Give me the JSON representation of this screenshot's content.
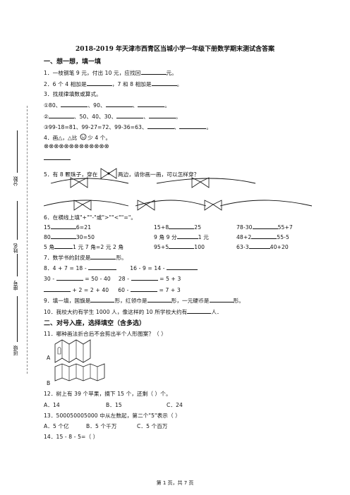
{
  "title": "2018-2019 年天津市西青区当城小学一年级下册数学期末测试含答案",
  "section1": "一、想一想，填一填",
  "q1": "1．一枝钢笔 9 元，付出 10 元，应找回",
  "q1_end": "元。",
  "q2a": "2．6 个 4 相加是",
  "q2b": "，7 和 8 相加是",
  "q2_end": "。",
  "q3": "3．找规律填数或算式。",
  "q3_1a": "①80、",
  "q3_1b": "、90、",
  "q3_1c": "、",
  "q3_1d": "。",
  "q3_2a": "②",
  "q3_2b": "、50、40、30、",
  "q3_2c": "、",
  "q3_2d": "。",
  "q3_3a": "③99-18=81、99-27=72、99-36=63、",
  "q3_3b": "、",
  "q3_3c": "。",
  "q4": "4．画△，△比",
  "q4b": "少 4 个。",
  "q4_symbols": "⊗⊗⊗⊗⊗⊗⊗⊗⊗⊗⊗⊗⊗",
  "q5a": "5．有 8 颗珠子，穿在",
  "q5b": "两边，请你画一画，可以怎样穿？",
  "q6": "6．在横线上填\"+\"\"-\"或\">\"\"<\"\"=\"。",
  "q6_r1a": "15",
  "q6_r1b": "6=21",
  "q6_r1c": "15+8",
  "q6_r1d": "25",
  "q6_r1e": "78-30",
  "q6_r1f": "55+7",
  "q6_r2a": "80",
  "q6_r2b": "30=50",
  "q6_r2c": "9 角 9 分",
  "q6_r2d": "1 元",
  "q6_r2e": "48+2",
  "q6_r2f": "55-5",
  "q6_r3a": "5 角",
  "q6_r3b": "1 元 7 角=2 元 2 角",
  "q6_r3c": "95+5",
  "q6_r3d": "100",
  "q6_r3e": "63-3",
  "q6_r3f": "40+20",
  "q7": "7．数学书的封皮是",
  "q7_end": "形。",
  "q8a": "8．4 + 7 = 18 -",
  "q8b": "16 - 9 = 14 -",
  "q8c": "30 -",
  "q8d": "= 50 - 40",
  "q8e": "28 -",
  "q8f": "=  5 + 3",
  "q8g": "+ 2 = 2 + 40",
  "q8h": "60 -",
  "q8i": "= 7 + 3",
  "q9a": "9．填一填，国旗是",
  "q9b": "形，红领巾是",
  "q9c": "形，一元硬币是",
  "q9d": "形。",
  "q10": "10．我校大约有学生 1000 人，像这样的 10 所学校大约有",
  "q10_end": "人．",
  "section2": "二、对号入座，选择填空（含多选）",
  "q11": "11．哪种画法折合后不会剪出半个人形图案？（      ）",
  "q11_a": "A",
  "q11_b": "B",
  "q12": "12．树上有 39 个苹果，摘下 15 个，还剩（          ）个。",
  "q12_opts": [
    "A．14",
    "B．15",
    "C．24"
  ],
  "q13": "13．500050005000 中从左数起，第二个\"5\"表示（        ）",
  "q13_opts": [
    "A．5 个亿",
    "B．5 个千万",
    "C．5 个百万"
  ],
  "q14": "14．15 - 8 - 5=（        ）",
  "side_score": "分数",
  "side_name": "姓名",
  "side_id": "座号",
  "side_class": "班级",
  "footer": "第 1 页，共 7 页"
}
